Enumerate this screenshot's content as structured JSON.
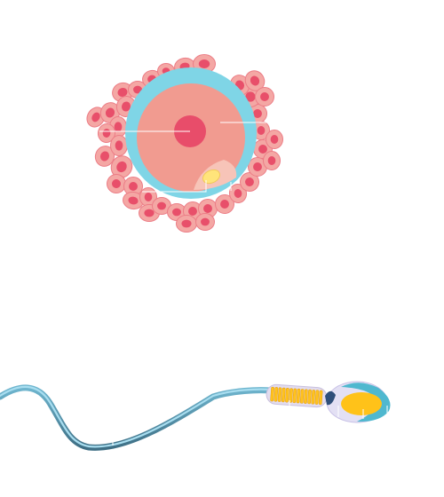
{
  "diagram": {
    "egg": {
      "parts": [
        "corona-radiata",
        "zona-pellucida",
        "cytoplasm",
        "nucleus",
        "polar-body"
      ],
      "follicle_cell_count": 38,
      "colors": {
        "follicle_fill": "#f4a7a4",
        "follicle_stroke": "#ec7d86",
        "follicle_nucleus": "#e84f6a",
        "zona_pellucida": "#7fd5e6",
        "cytoplasm": "#f19b90",
        "nucleus": "#e84d6a",
        "polar_body": "#ffe47a"
      }
    },
    "sperm": {
      "parts": [
        "tail",
        "midpiece",
        "head",
        "acrosome",
        "nucleus"
      ],
      "colors": {
        "tail": "#6fb6cf",
        "tail_dark": "#3e6f85",
        "midpiece_sheath": "#e2dcef",
        "mitochondria": "#ffc21e",
        "head": "#e3e0f4",
        "acrosome": "#4fb8cf",
        "sperm_nucleus": "#ffc219"
      }
    }
  }
}
